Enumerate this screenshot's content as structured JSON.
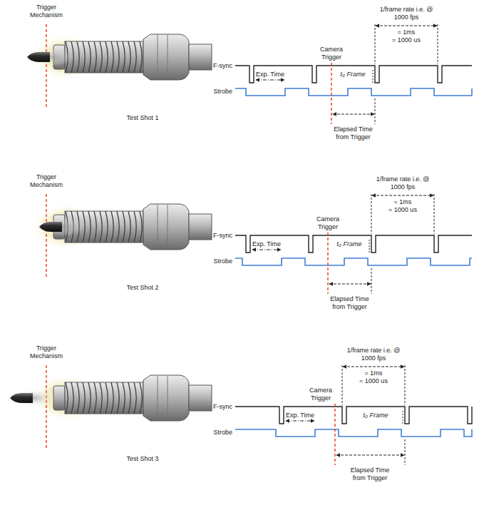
{
  "diagram": {
    "labels": [
      "Trigger Mechanism",
      "Test Shot 1",
      "Camera Trigger",
      "F-sync",
      "Strobe",
      "Exp. Time",
      "t₀ Frame",
      "Elapsed Time from Trigger",
      "1/frame rate i.e. @ 1000 fps",
      "= 1ms",
      "= 1000 us",
      "Trigger Mechanism",
      "Test Shot 2",
      "Camera Trigger",
      "F-sync",
      "Strobe",
      "Exp. Time",
      "t₀ Frame",
      "Elapsed Time from Trigger",
      "1/frame rate i.e. @ 1000 fps",
      "= 1ms",
      "= 1000 us",
      "Trigger Mechanism",
      "Test Shot 3",
      "Camera Trigger",
      "F-sync",
      "Strobe",
      "Exp. Time",
      "t₀ Frame",
      "Elapsed Time from Trigger",
      "1/frame rate i.e. @ 1000 fps",
      "= 1ms",
      "= 1000 us"
    ]
  }
}
